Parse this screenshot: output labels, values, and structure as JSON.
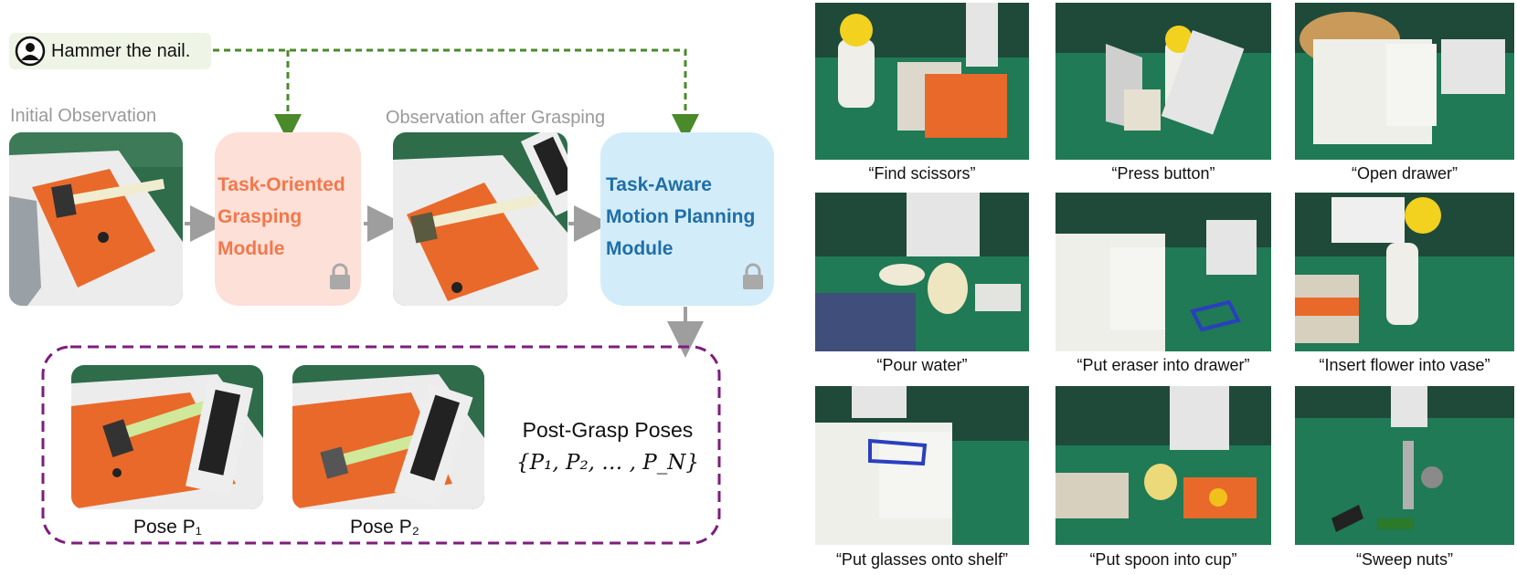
{
  "instruction": {
    "text": "Hammer the nail.",
    "icon": "user-icon"
  },
  "labels": {
    "initial_observation": "Initial Observation",
    "observation_after_grasping": "Observation after Grasping"
  },
  "modules": {
    "grasping": {
      "text": "Task-Oriented\nGrasping\nModule",
      "color": "#f2784b",
      "bg": "#fde0d8"
    },
    "motion": {
      "text": "Task-Aware\nMotion Planning\nModule",
      "color": "#1e6fa8",
      "bg": "#d3ecf9"
    }
  },
  "poses": {
    "title": "Post-Grasp Poses",
    "set": "{P₁, P₂, … , P_N}",
    "pose1": "Pose P₁",
    "pose2": "Pose P₂"
  },
  "colors": {
    "green_arrow": "#4a8a2a",
    "purple_dash": "#7d1d7d",
    "gray_arrow": "#9e9e9e"
  },
  "tasks": [
    "“Find scissors”",
    "“Press button”",
    "“Open drawer”",
    "“Pour water”",
    "“Put eraser into drawer”",
    "“Insert flower into vase”",
    "“Put glasses onto shelf”",
    "“Put spoon into cup”",
    "“Sweep nuts”"
  ]
}
